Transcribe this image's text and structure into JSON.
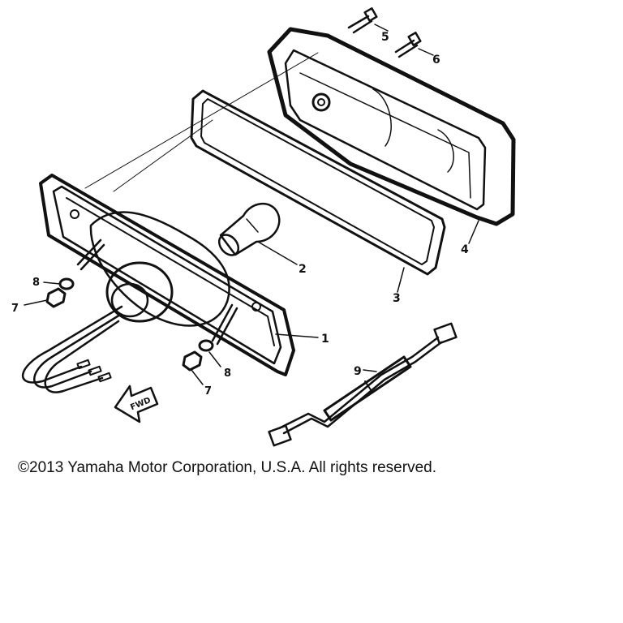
{
  "callouts": {
    "c1": "1",
    "c2": "2",
    "c3": "3",
    "c4": "4",
    "c5": "5",
    "c6": "6",
    "c7a": "7",
    "c7b": "7",
    "c8a": "8",
    "c8b": "8",
    "c9": "9"
  },
  "direction_arrow": "FWD",
  "copyright": "©2013 Yamaha Motor Corporation, U.S.A. All rights reserved.",
  "colors": {
    "ink": "#111111",
    "background": "#ffffff"
  }
}
